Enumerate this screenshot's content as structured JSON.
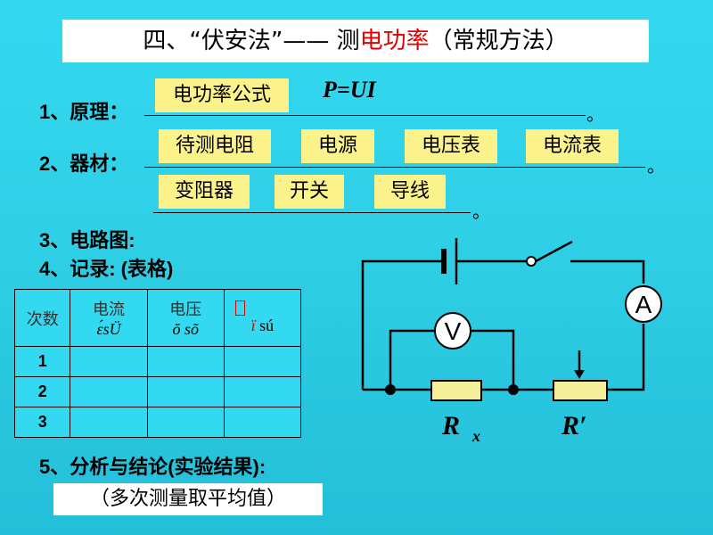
{
  "title": {
    "prefix": "四、“伏安法”—— 测",
    "highlight": "电功率",
    "suffix": "（常规方法）"
  },
  "principle": {
    "label": "1、原理：",
    "tag": "电功率公式",
    "formula": "P=UI",
    "period": "。"
  },
  "equipment": {
    "label": "2、器材：",
    "row1": [
      "待测电阻",
      "电源",
      "电压表",
      "电流表"
    ],
    "row2": [
      "变阻器",
      "开关",
      "导线"
    ],
    "period1": "。",
    "period2": "。"
  },
  "circuit_label": "3、电路图:",
  "record_label": "4、记录: (表格)",
  "table": {
    "col0": "次数",
    "col1_top": "电流",
    "col1_sub": "ɛ́sÜ",
    "col2_top": "电压",
    "col2_sub": "ŏ sõ",
    "col3_top": "",
    "col3_sub_red": "ï",
    "col3_sub": " sú",
    "rows": [
      "1",
      "2",
      "3"
    ]
  },
  "diagram": {
    "voltmeter": "V",
    "ammeter": "A",
    "rx_main": "R",
    "rx_sub": "x",
    "rprime": "R′"
  },
  "analysis_label": "5、分析与结论(实验结果):",
  "conclusion": "（多次测量取平均值）",
  "colors": {
    "background": "#33d9f0",
    "tag": "#fbf28c",
    "highlight": "#e00000"
  }
}
